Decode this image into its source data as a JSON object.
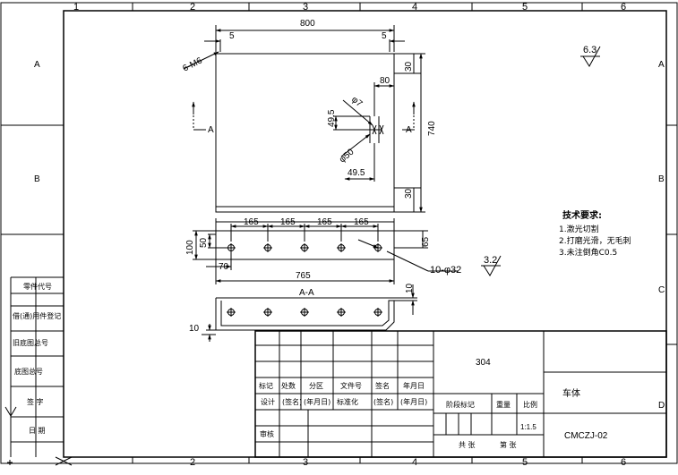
{
  "frame": {
    "columns": [
      "1",
      "2",
      "3",
      "4",
      "5",
      "6"
    ],
    "rows": [
      "A",
      "B",
      "C",
      "D"
    ]
  },
  "dims": {
    "width_total": "800",
    "edge_left": "5",
    "edge_right": "5",
    "thread_callout": "6-M6",
    "dim_80": "80",
    "dim_30_top": "30",
    "dim_740": "740",
    "dim_30_bottom": "30",
    "dia_7": "φ7",
    "dim_49_5_v": "49.5",
    "dia_50": "φ50",
    "dim_49_5_h": "49.5",
    "pitch_1": "165",
    "pitch_2": "165",
    "pitch_3": "165",
    "pitch_4": "165",
    "height_100": "100",
    "height_50": "50",
    "dim_70": "70",
    "dim_765": "765",
    "dim_65": "65",
    "holes_callout": "10-φ32",
    "thk_10_right": "10",
    "thk_10_left": "10",
    "section_label": "A-A",
    "cut_a_left": "A",
    "cut_a_right": "A"
  },
  "roughness": {
    "general": "6.3",
    "local": "3.2"
  },
  "tech_notes": {
    "title": "技术要求:",
    "lines": [
      "1.激光切割",
      "2.打磨光滑，无毛刺",
      "3.未注倒角C0.5"
    ]
  },
  "side_table": {
    "labels": [
      "零件代号",
      "借(通)用件登记",
      "旧底图总号",
      "底图总号",
      "签  字",
      "日  期"
    ]
  },
  "title_block": {
    "material": "304",
    "part_name": "车体",
    "drawing_no": "CMCZJ-02",
    "scale": "1:1.5",
    "h_mark": "标记",
    "h_qty": "处数",
    "h_zone": "分区",
    "h_doc": "文件号",
    "h_sign": "签名",
    "h_date": "年月日",
    "r_design": "设计",
    "r_sign1": "(签名)",
    "r_date1": "(年月日)",
    "r_std": "标准化",
    "r_sign2": "(签名)",
    "r_date2": "(年月日)",
    "r_review": "审核",
    "stage_label": "阶段标记",
    "weight_label": "重量",
    "scale_label": "比例",
    "sheets_total": "共  张",
    "sheet_no": "第  张"
  }
}
